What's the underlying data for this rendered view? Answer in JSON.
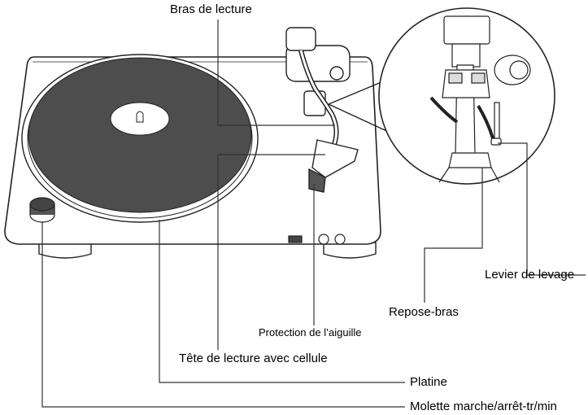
{
  "labels": {
    "tonearm": "Bras de lecture",
    "lift_lever": "Levier de levage",
    "arm_rest": "Repose-bras",
    "stylus_guard": "Protection de l’aiguille",
    "headshell_cartridge": "Tête de lecture avec cellule",
    "platter": "Platine",
    "power_speed_knob": "Molette marche/arrêt-tr/min"
  }
}
